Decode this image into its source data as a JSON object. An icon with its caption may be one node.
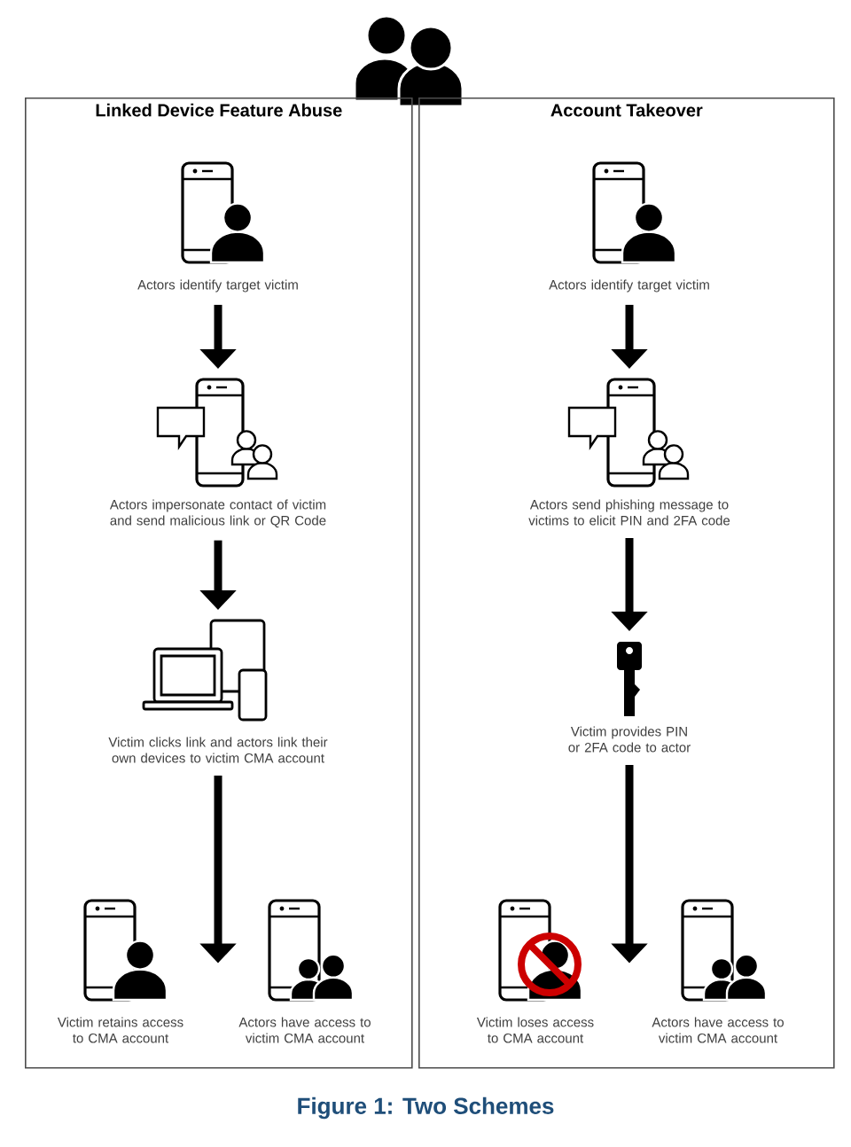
{
  "diagram": {
    "caption": "Figure 1: Two Schemes",
    "nodes": [
      {
        "text": [
          "Linked Device Feature Abuse"
        ]
      },
      {
        "text": [
          "Actors identify target victim"
        ],
        "in": 0
      },
      {
        "text": [
          "Actors impersonate contact of victim and send malicious link or QR Code"
        ],
        "in": 0
      },
      {
        "text": [
          "Victim clicks link and actors link their own devices to victim CMA account"
        ],
        "in": 0
      },
      {
        "text": [
          "Victim retains access to CMA account"
        ],
        "in": 0
      },
      {
        "text": [
          "Actors have access to victim CMA account"
        ],
        "in": 0
      },
      {
        "text": [
          "Account Takeover"
        ]
      },
      {
        "text": [
          "Actors identify target victim"
        ],
        "in": 6
      },
      {
        "text": [
          "Actors send phishing message to victims to elicit PIN and 2FA code"
        ],
        "in": 6
      },
      {
        "text": [
          "Victim provides PIN or 2FA code to actor"
        ],
        "in": 6
      },
      {
        "text": [
          "Victim loses access to CMA account"
        ],
        "in": 6
      },
      {
        "text": [
          "Actors have access to victim CMA account"
        ],
        "in": 6
      }
    ],
    "edges": [
      {
        "from": 1,
        "to": 2,
        "arrow": "to"
      },
      {
        "from": 2,
        "to": 3,
        "arrow": "to"
      },
      {
        "from": 3,
        "to": 4,
        "arrow": "to"
      },
      {
        "from": 3,
        "to": 5,
        "arrow": "to"
      },
      {
        "from": 7,
        "to": 8,
        "arrow": "to"
      },
      {
        "from": 8,
        "to": 9,
        "arrow": "to"
      },
      {
        "from": 9,
        "to": 10,
        "arrow": "to"
      },
      {
        "from": 9,
        "to": 11,
        "arrow": "to"
      }
    ]
  }
}
